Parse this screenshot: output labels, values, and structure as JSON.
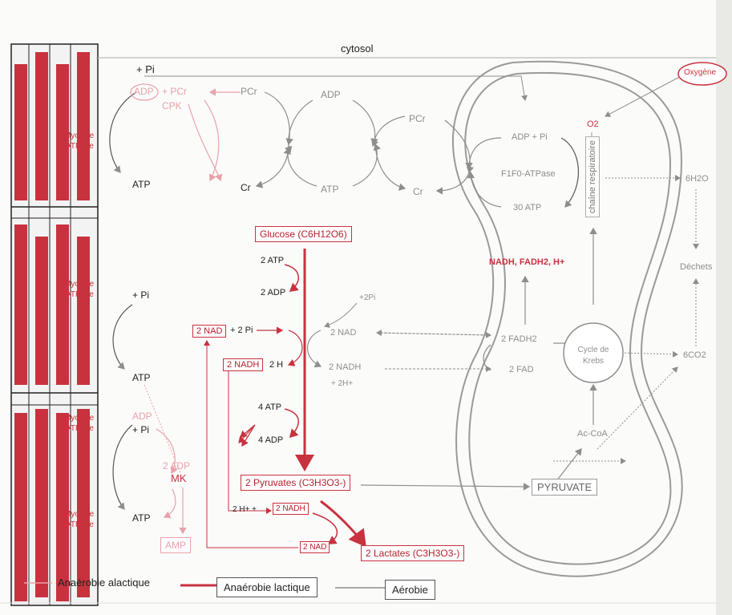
{
  "header": {
    "title": "cytosol",
    "oxygen": "Oxygène"
  },
  "creatine": {
    "pi": "+ Pi",
    "adp": "ADP",
    "plus_pcr": "+ PCr",
    "cpk": "CPK",
    "pcr": "PCr",
    "cr": "Cr",
    "adp_mid": "ADP",
    "atp_mid": "ATP",
    "pcr_right": "PCr",
    "cr_right": "Cr",
    "atp_left": "ATP"
  },
  "myosin": {
    "label1": "Myosine",
    "label2": "ATPase"
  },
  "aerobic": {
    "adp_pi": "ADP + Pi",
    "f1f0": "F1F0-ATPase",
    "atp30": "30 ATP",
    "o2": "O2",
    "chain": "chaîne respiratoire",
    "h2o": "6H2O",
    "waste": "Déchets",
    "co2": "6CO2",
    "nadh": "NADH, FADH2, H+",
    "fadh2": "2 FADH2",
    "fad": "2 FAD",
    "krebs": "Cycle de Krebs",
    "acoa": "Ac-CoA",
    "pyruvate": "PYRUVATE"
  },
  "glycolysis": {
    "glucose": "Glucose (C6H12O6)",
    "atp2": "2 ATP",
    "adp2": "2 ADP",
    "nad2_box": "2 NAD",
    "plus2pi": "+ 2 Pi",
    "nadh2_box": "2 NADH",
    "h2": "2 H",
    "plus2pi_grey": "+2Pi",
    "nad_grey": "2 NAD",
    "nadh_grey": "2 NADH",
    "h_plus": "+ 2H+",
    "atp4": "4 ATP",
    "adp4": "4 ADP",
    "pyruvates": "2 Pyruvates (C3H3O3-)",
    "h2_plus": "2 H+ +",
    "nadh_box2": "2 NADH",
    "nad_box3": "2 NAD",
    "lactates": "2 Lactates (C3H3O3-)"
  },
  "lower": {
    "pi": "+ Pi",
    "atp": "ATP",
    "adp": "ADP",
    "pi2": "+ Pi",
    "adp2": "2 ADP",
    "mk": "MK",
    "atp2": "ATP",
    "amp": "AMP"
  },
  "legend": {
    "alactic": "Anaérobie alactique",
    "lactic": "Anaérobie lactique",
    "aerobic": "Aérobie"
  },
  "colors": {
    "red": "#c8323e",
    "pink": "#e8a2aa",
    "grey": "#8e8e8e"
  }
}
